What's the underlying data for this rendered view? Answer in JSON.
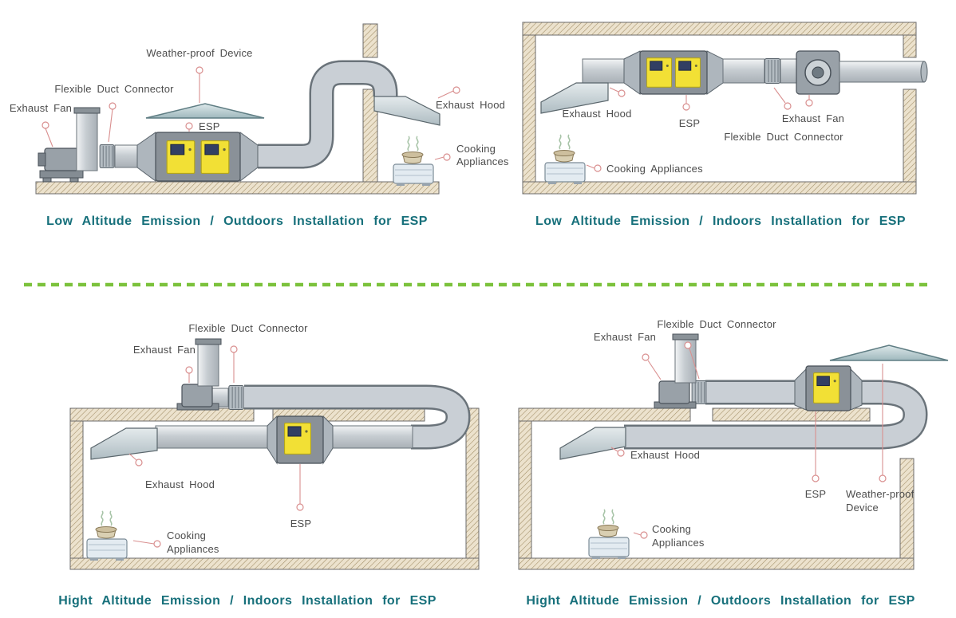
{
  "colors": {
    "title_teal": "#17707b",
    "label_gray": "#4c4c4c",
    "leader_pink": "#d98f8f",
    "divider_green": "#7cc23d",
    "esp_yellow": "#f2e035",
    "duct_gray": "#c9cfd5",
    "wall_beige": "#ece2cd"
  },
  "panels": {
    "top_left": {
      "title": "Low Altitude Emission / Outdoors Installation for ESP",
      "labels": {
        "weather_proof_device": "Weather-proof Device",
        "flexible_duct_connector": "Flexible Duct Connector",
        "exhaust_fan": "Exhaust Fan",
        "esp": "ESP",
        "exhaust_hood": "Exhaust Hood",
        "cooking_line1": "Cooking",
        "cooking_line2": "Appliances"
      }
    },
    "top_right": {
      "title": "Low Altitude Emission / Indoors Installation for ESP",
      "labels": {
        "exhaust_hood": "Exhaust Hood",
        "esp": "ESP",
        "exhaust_fan": "Exhaust Fan",
        "flexible_duct_connector": "Flexible Duct Connector",
        "cooking_appliances": "Cooking Appliances"
      }
    },
    "bottom_left": {
      "title": "Hight Altitude Emission / Indoors Installation for ESP",
      "labels": {
        "flexible_duct_connector": "Flexible Duct Connector",
        "exhaust_fan": "Exhaust Fan",
        "exhaust_hood": "Exhaust Hood",
        "esp": "ESP",
        "cooking_line1": "Cooking",
        "cooking_line2": "Appliances"
      }
    },
    "bottom_right": {
      "title": "Hight Altitude Emission / Outdoors Installation for ESP",
      "labels": {
        "flexible_duct_connector": "Flexible Duct Connector",
        "exhaust_fan": "Exhaust Fan",
        "exhaust_hood": "Exhaust Hood",
        "esp": "ESP",
        "weather_line1": "Weather-proof",
        "weather_line2": "Device",
        "cooking_line1": "Cooking",
        "cooking_line2": "Appliances"
      }
    }
  }
}
